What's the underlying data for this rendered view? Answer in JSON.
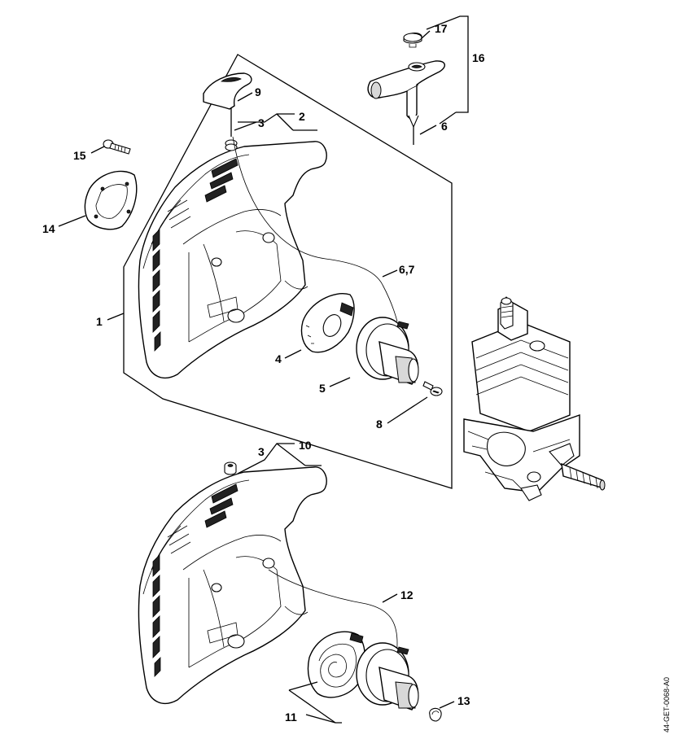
{
  "diagram": {
    "title": "Rewind starter exploded parts diagram",
    "reference_code": "44-GET-0068-A0",
    "labels": {
      "l1": "1",
      "l2": "2",
      "l3a": "3",
      "l3b": "3",
      "l4": "4",
      "l5": "5",
      "l6": "6",
      "l67": "6,7",
      "l8": "8",
      "l9": "9",
      "l10": "10",
      "l11": "11",
      "l12": "12",
      "l13": "13",
      "l14": "14",
      "l15": "15",
      "l16": "16",
      "l17": "17"
    }
  }
}
